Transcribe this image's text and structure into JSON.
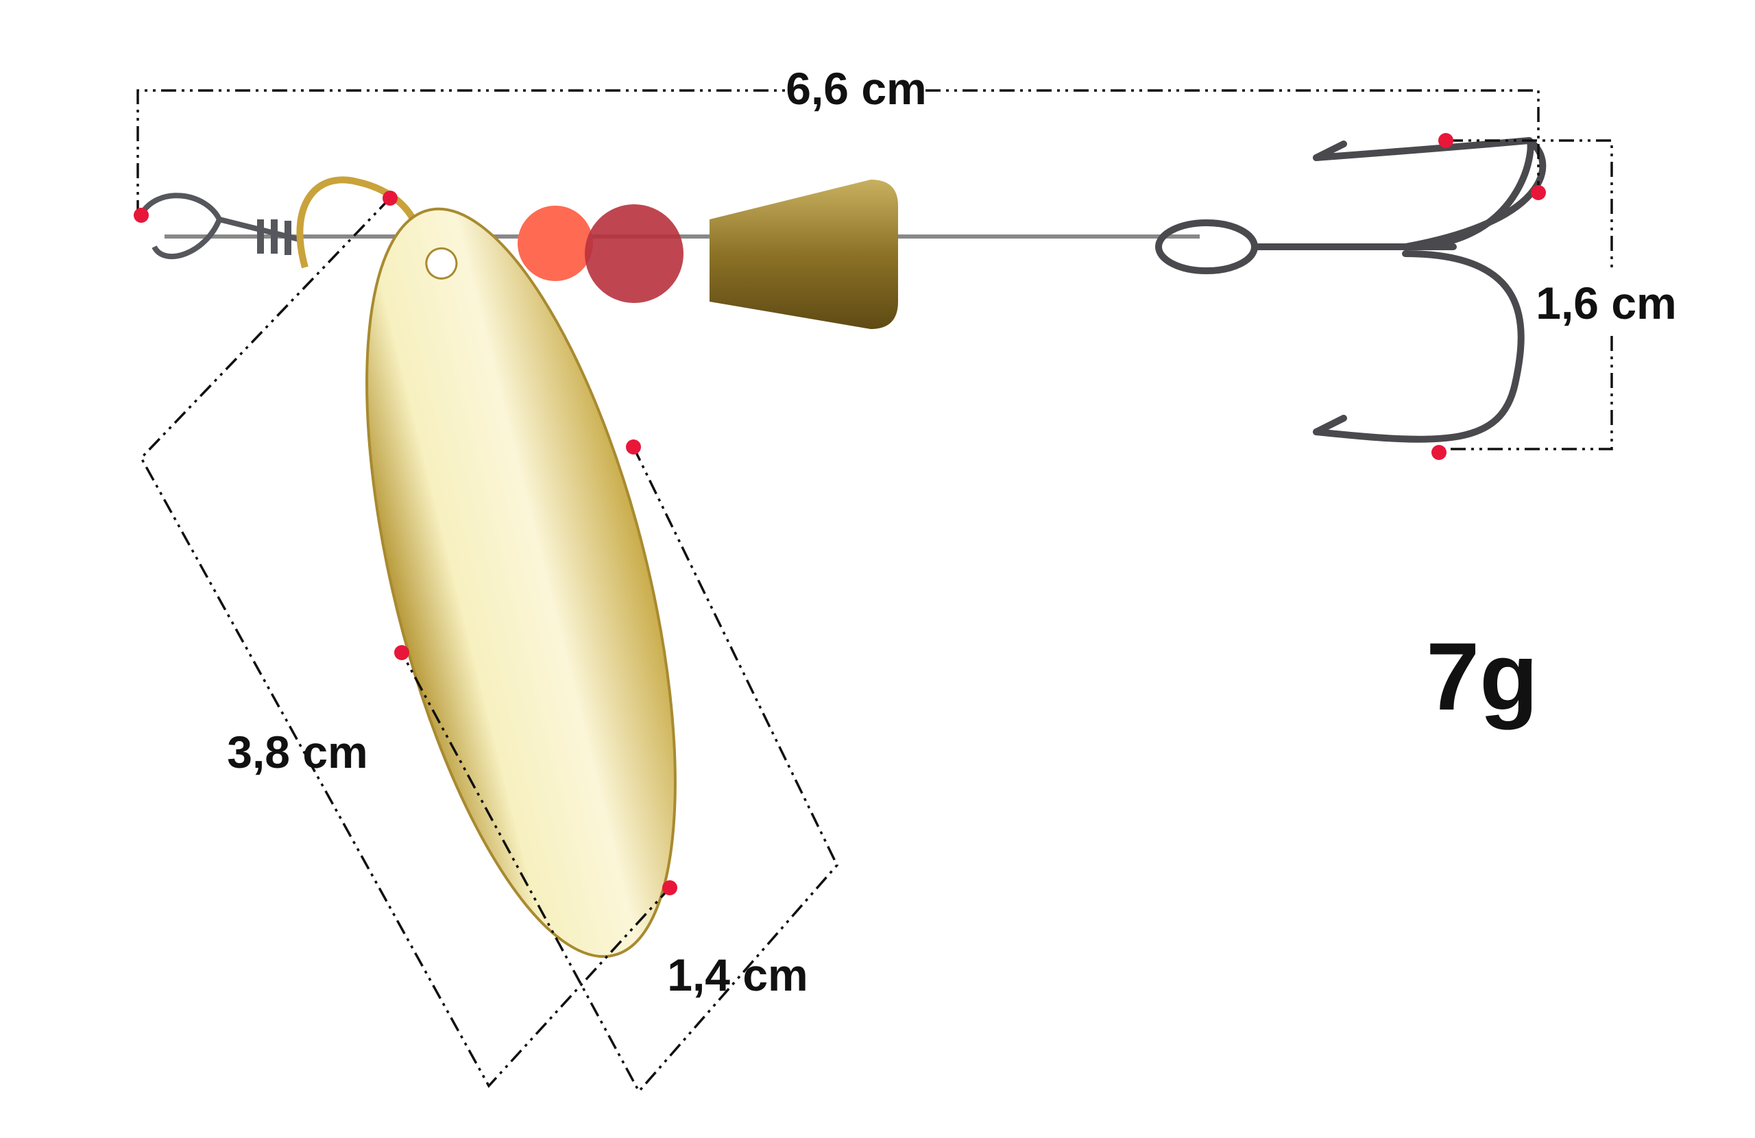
{
  "dimensions": {
    "total_length": "6,6 cm",
    "hook_height": "1,6 cm",
    "blade_length": "3,8 cm",
    "blade_width": "1,4 cm"
  },
  "weight": "7g",
  "colors": {
    "marker": "#e8173a",
    "blade": "#e9d98a",
    "body": "#9a7d2c",
    "bead_orange": "#ff6a52",
    "bead_red": "#b8323e",
    "hook": "#4a4a4e"
  }
}
